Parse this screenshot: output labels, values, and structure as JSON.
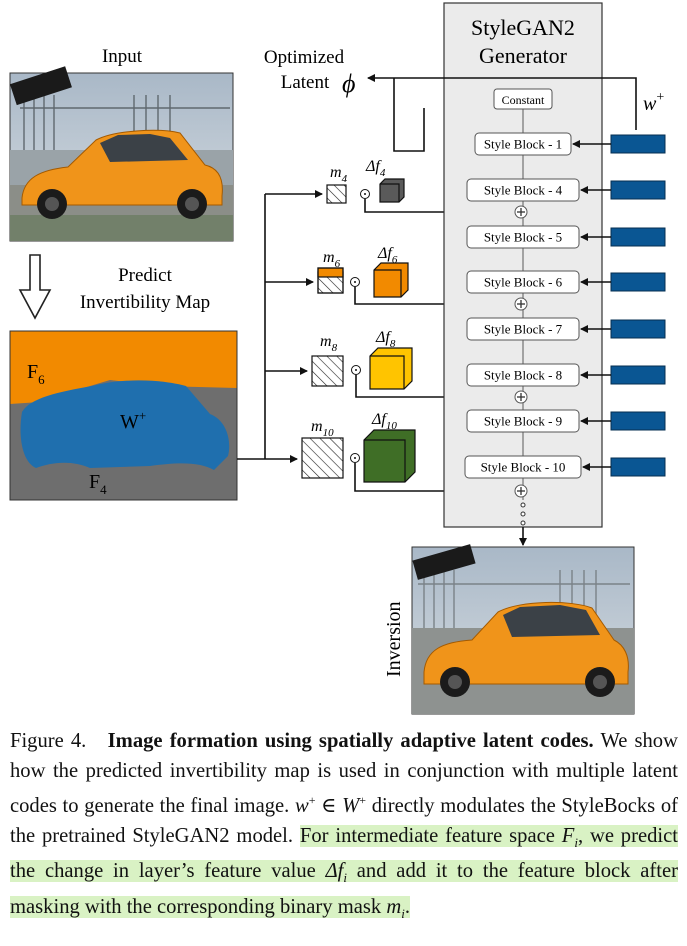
{
  "figure": {
    "input_label": "Input",
    "predict_label_line1": "Predict",
    "predict_label_line2": "Invertibility Map",
    "map_region_f6": "F",
    "map_region_f6_sub": "6",
    "map_region_w": "W",
    "map_region_w_sup": "+",
    "map_region_f4": "F",
    "map_region_f4_sub": "4",
    "optimized_line1": "Optimized",
    "optimized_line2": "Latent",
    "phi_symbol": "ϕ",
    "generator_title_line1": "StyleGAN2",
    "generator_title_line2": "Generator",
    "w_plus_label": "w",
    "w_plus_sup": "+",
    "constant_label": "Constant",
    "style_blocks": [
      "Style Block - 1",
      "Style Block - 4",
      "Style Block - 5",
      "Style Block - 6",
      "Style Block - 7",
      "Style Block - 8",
      "Style Block - 9",
      "Style Block - 10"
    ],
    "masks": [
      {
        "m": "m",
        "sub": "4",
        "delta": "Δf",
        "dsub": "4",
        "color": "#5a5a5a"
      },
      {
        "m": "m",
        "sub": "6",
        "delta": "Δf",
        "dsub": "6",
        "color": "#f28a00"
      },
      {
        "m": "m",
        "sub": "8",
        "delta": "Δf",
        "dsub": "8",
        "color": "#ffc400"
      },
      {
        "m": "m",
        "sub": "10",
        "delta": "Δf",
        "dsub": "10",
        "color": "#3f6e26"
      }
    ],
    "inversion_label": "Inversion",
    "colors": {
      "orange_region": "#f28a00",
      "blue_region": "#1f6fae",
      "gray_region": "#6e6e6e",
      "latent_bar": "#0a5693",
      "generator_bg": "#ebebeb",
      "highlight": "#d9f2c4"
    }
  },
  "caption": {
    "fig_label": "Figure 4.",
    "bold_title": "Image formation using spatially adaptive latent codes.",
    "text1": "We show how the predicted invertibility map is used in conjunction with multiple latent codes to generate the final image.",
    "w_plus": "w",
    "w_plus_sup": "+",
    "in_symbol": "∈",
    "W_plus": "W",
    "W_plus_sup": "+",
    "text2": "directly modulates the StyleBocks of the pretrained StyleGAN2 model.",
    "hl_text1": "For intermediate feature space",
    "hl_F": "F",
    "hl_F_sub": "i",
    "hl_text2": ", we predict the change in layer’s feature value",
    "hl_delta": "Δf",
    "hl_delta_sub": "i",
    "hl_text3": "and add it to the feature block after masking with the corresponding binary mask",
    "hl_m": "m",
    "hl_m_sub": "i",
    "hl_end": "."
  }
}
